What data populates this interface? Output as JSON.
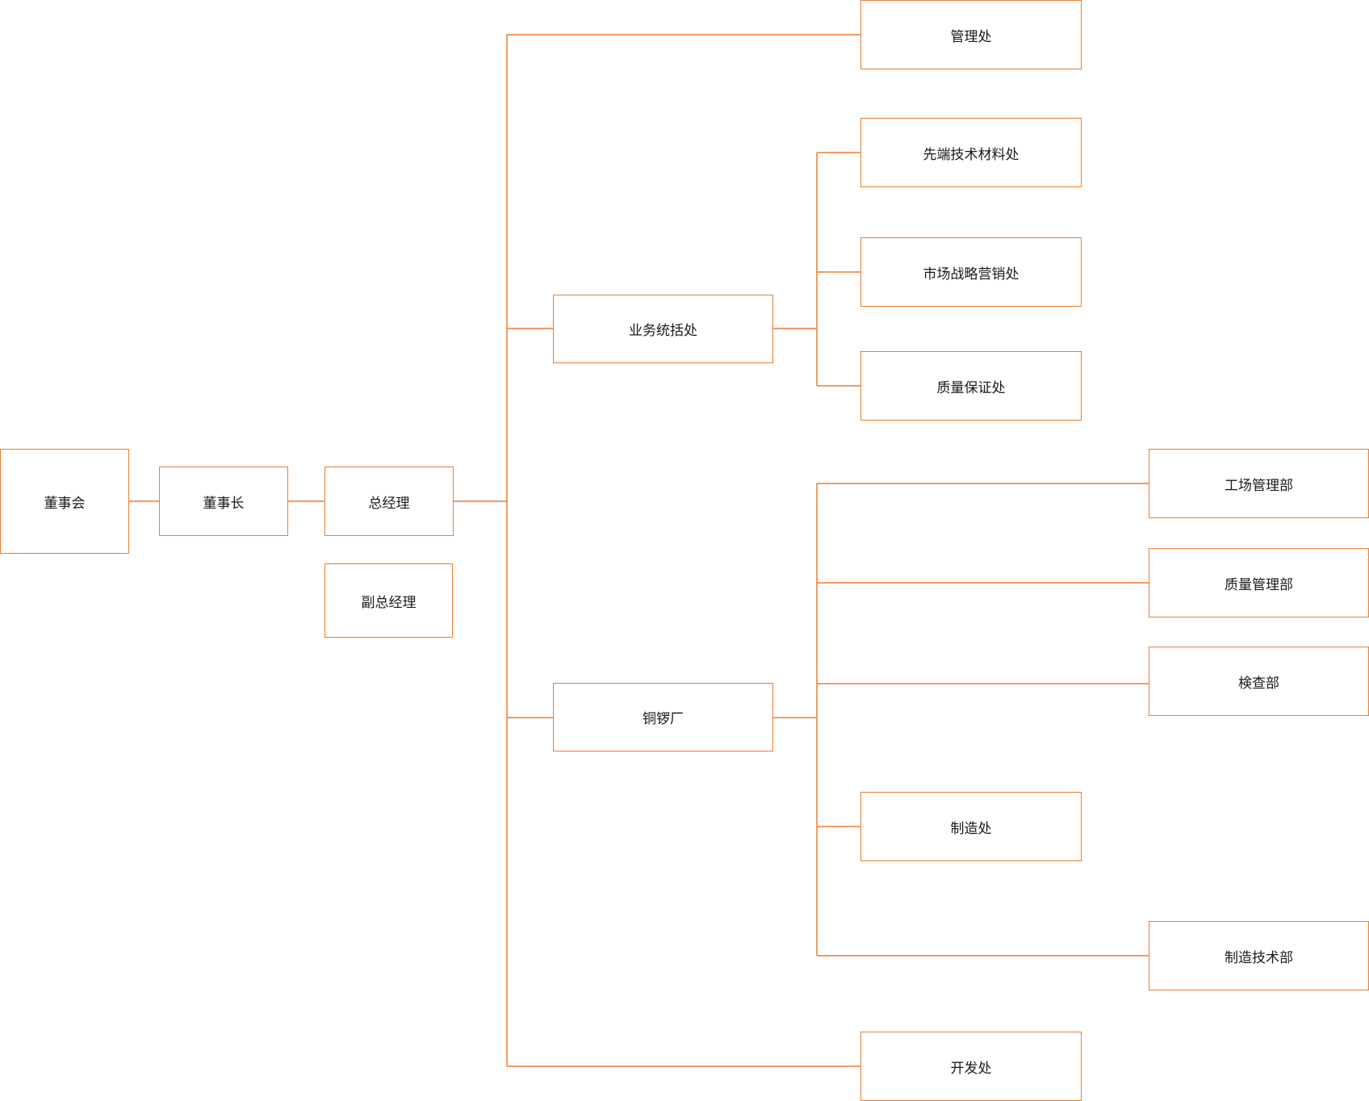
{
  "diagram": {
    "type": "org-chart",
    "colors": {
      "line": "#ED7D31",
      "box_border": "#ED7D31",
      "box_fill": "#FFFFFF",
      "text": "#1A1A1A",
      "background": "#FFFFFF"
    },
    "nodes": {
      "board": {
        "label": "董事会"
      },
      "chairman": {
        "label": "董事长"
      },
      "general_manager": {
        "label": "总经理"
      },
      "deputy_general_manager": {
        "label": "副总经理"
      },
      "management_office": {
        "label": "管理处"
      },
      "business_office": {
        "label": "业务统括处"
      },
      "advanced_materials_office": {
        "label": "先端技术材料处"
      },
      "marketing_office": {
        "label": "市场战略营销处"
      },
      "quality_assurance_office": {
        "label": "质量保证处"
      },
      "copper_plant": {
        "label": "铜锣厂"
      },
      "factory_management_dept": {
        "label": "工场管理部"
      },
      "quality_management_dept": {
        "label": "质量管理部"
      },
      "inspection_dept": {
        "label": "検查部"
      },
      "manufacturing_office": {
        "label": "制造处"
      },
      "manufacturing_tech_dept": {
        "label": "制造技术部"
      },
      "development_office": {
        "label": "开发处"
      }
    },
    "edges": [
      [
        "board",
        "chairman"
      ],
      [
        "chairman",
        "general_manager"
      ],
      [
        "general_manager",
        "management_office"
      ],
      [
        "general_manager",
        "business_office"
      ],
      [
        "general_manager",
        "copper_plant"
      ],
      [
        "general_manager",
        "development_office"
      ],
      [
        "business_office",
        "advanced_materials_office"
      ],
      [
        "business_office",
        "marketing_office"
      ],
      [
        "business_office",
        "quality_assurance_office"
      ],
      [
        "copper_plant",
        "factory_management_dept"
      ],
      [
        "copper_plant",
        "quality_management_dept"
      ],
      [
        "copper_plant",
        "inspection_dept"
      ],
      [
        "copper_plant",
        "manufacturing_office"
      ],
      [
        "copper_plant",
        "manufacturing_tech_dept"
      ]
    ]
  }
}
